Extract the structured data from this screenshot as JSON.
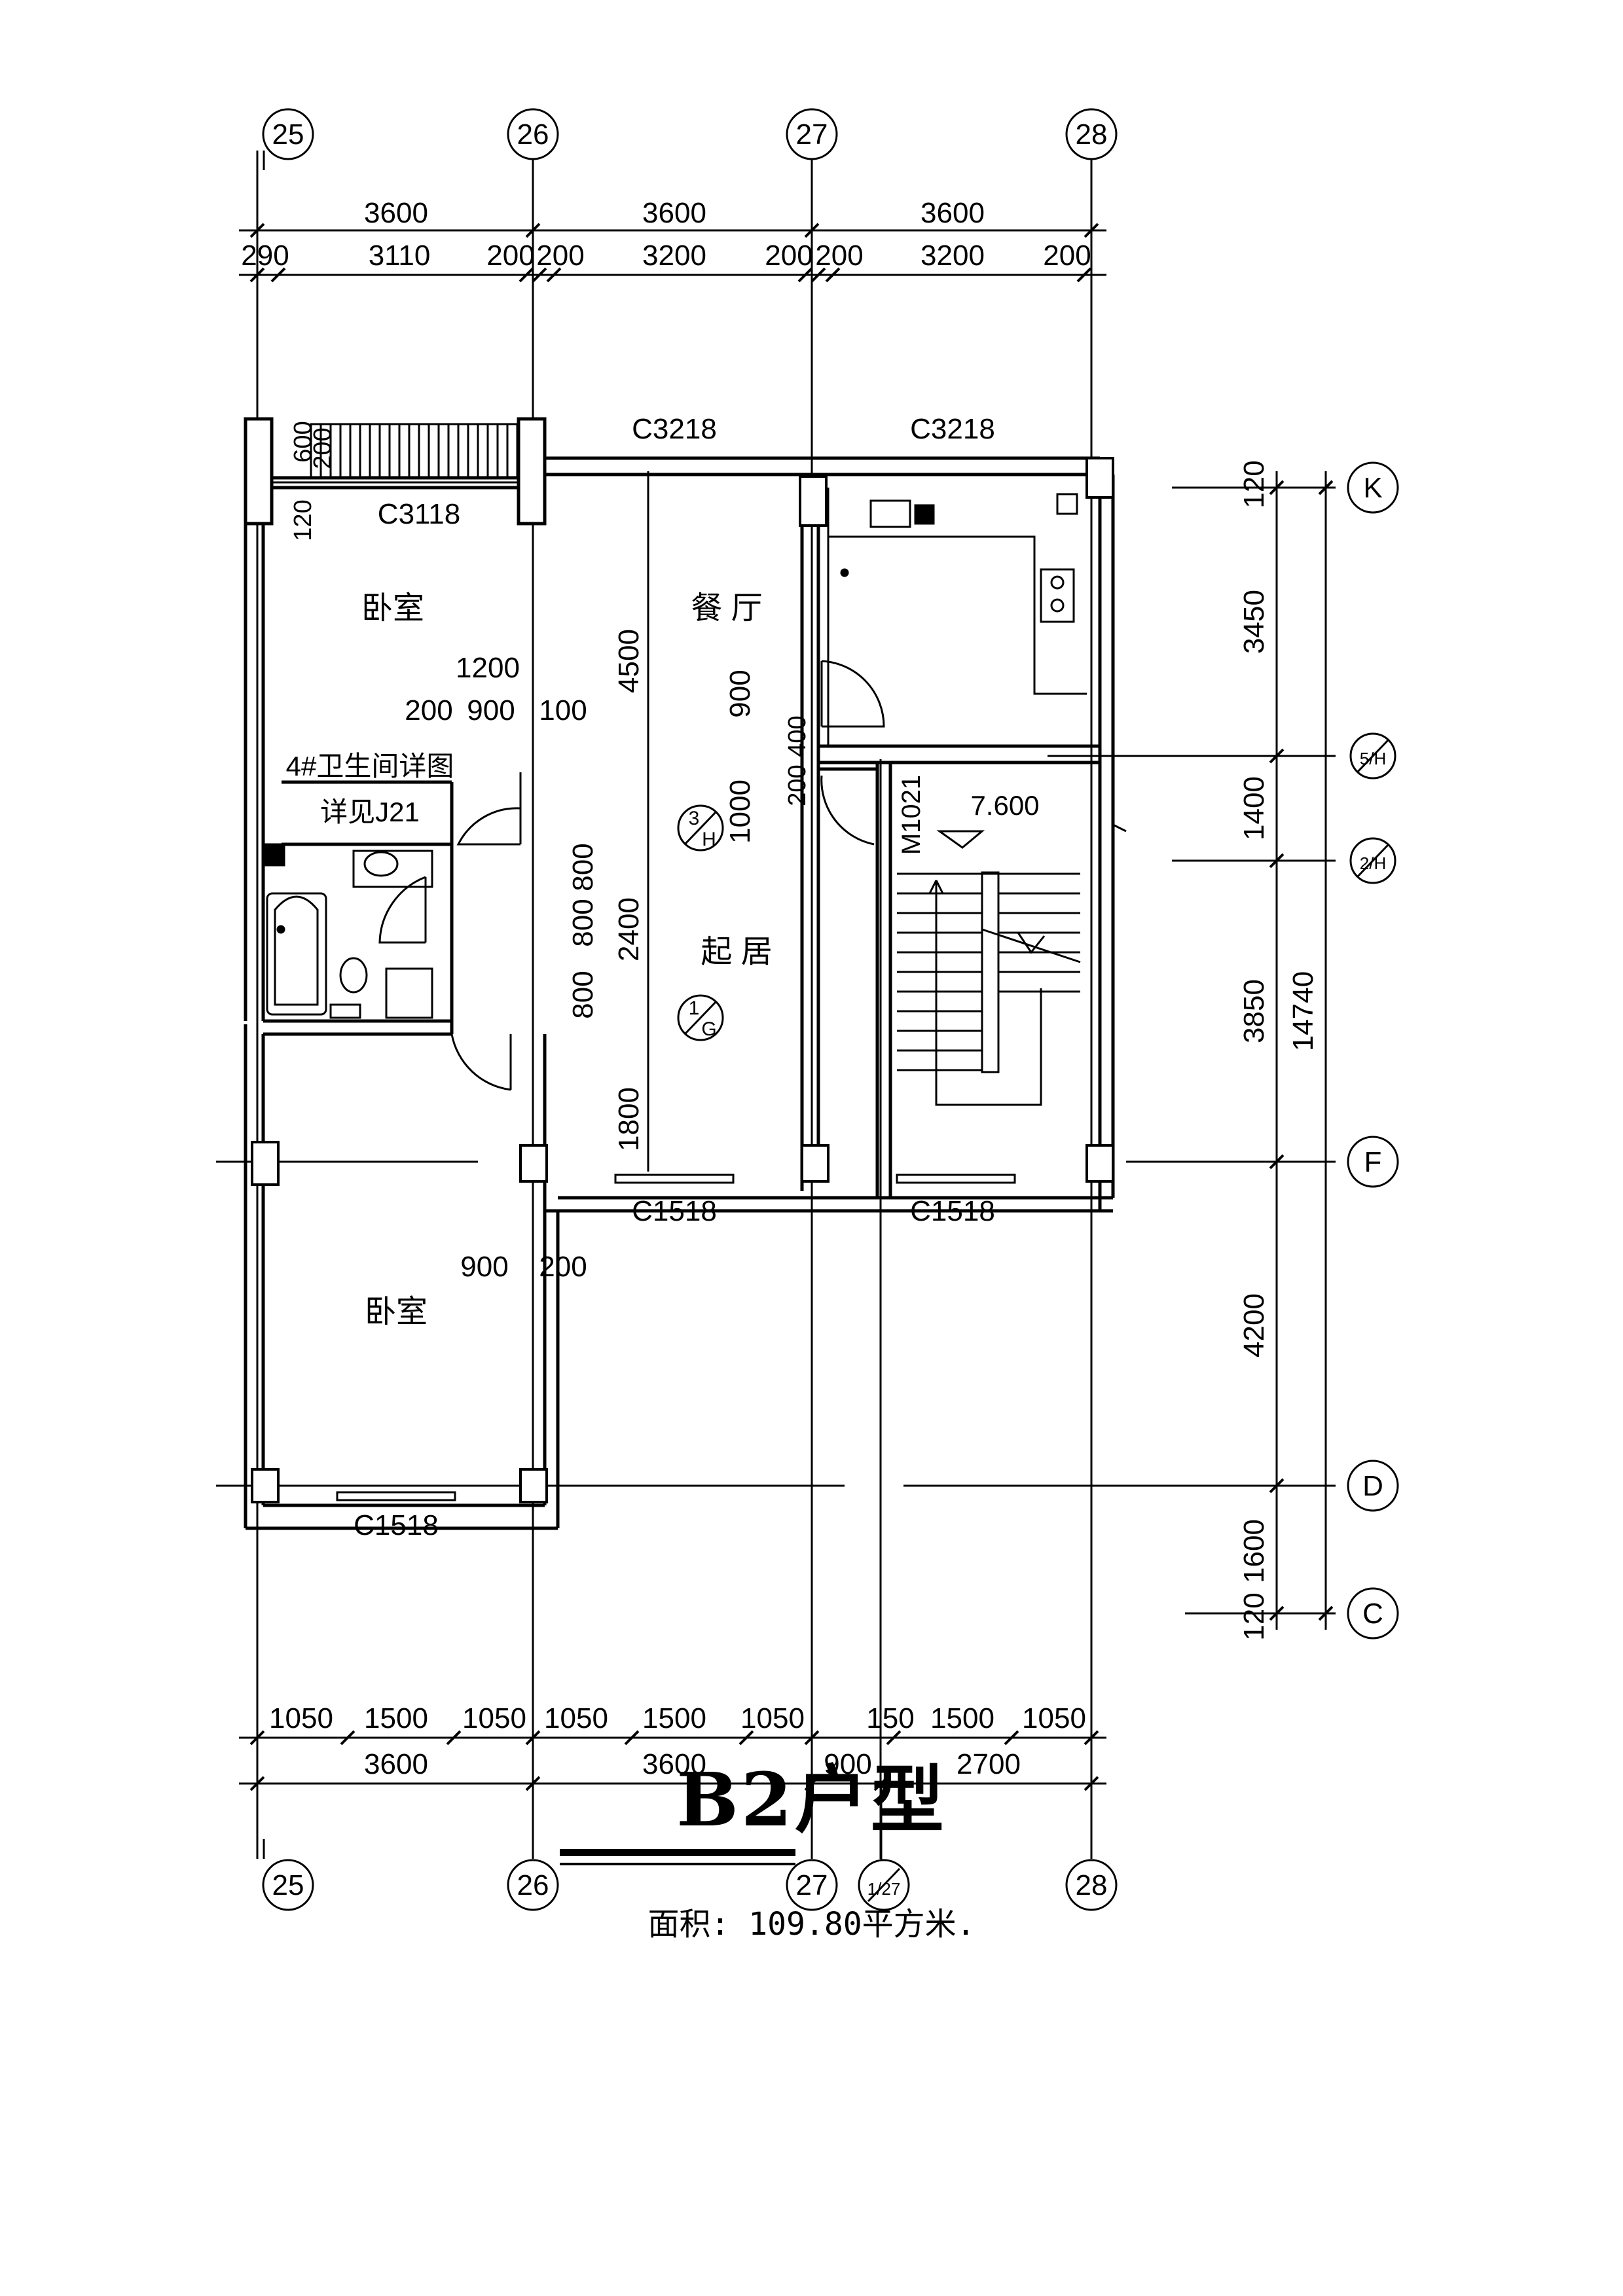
{
  "plan_title": "B2户型",
  "area_text": "面积: 109.80平方米.",
  "axes": {
    "top": [
      "25",
      "26",
      "27",
      "28"
    ],
    "bottom": [
      "25",
      "26",
      "27",
      "1/27",
      "28"
    ],
    "right": [
      "K",
      "5/H",
      "2/H",
      "F",
      "D",
      "C"
    ]
  },
  "dims": {
    "top_total": [
      "3600",
      "3600",
      "3600"
    ],
    "top_detail": [
      "290",
      "3110",
      "200",
      "200",
      "3200",
      "200",
      "200",
      "3200",
      "200"
    ],
    "bottom_detail": [
      "1050",
      "1500",
      "1050",
      "1050",
      "1500",
      "1050",
      "150",
      "1500",
      "1050"
    ],
    "bottom_total": [
      "3600",
      "3600",
      "900",
      "2700"
    ],
    "right_detail": [
      "120",
      "3450",
      "1400",
      "3850",
      "4200",
      "1600",
      "120"
    ],
    "right_total": "14740",
    "internal": {
      "d600": "600",
      "d200a": "200",
      "d120": "120",
      "d1200": "1200",
      "d200b": "200",
      "d900a": "900",
      "d100": "100",
      "d4500": "4500",
      "d900b": "900",
      "d400": "400",
      "d200c": "200",
      "d1000": "1000",
      "d800a": "800",
      "d800b": "800",
      "d800c": "800",
      "d2400": "2400",
      "d1800": "1800",
      "d900c": "900",
      "d200d": "200"
    }
  },
  "windows": {
    "c3118": "C3118",
    "c3218a": "C3218",
    "c3218b": "C3218",
    "c1518a": "C1518",
    "c1518b": "C1518",
    "c1518c": "C1518"
  },
  "rooms": {
    "bedroom_top": "卧室",
    "bedroom_bottom": "卧室",
    "dining": "餐  厅",
    "living": "起  居"
  },
  "notes": {
    "bath_detail_1": "4#卫生间详图",
    "bath_detail_2": "详见J21",
    "door_m1021": "M1021",
    "elevation": "7.600"
  },
  "detail_marks": {
    "m1": {
      "top": "3",
      "bottom": "H"
    },
    "m2": {
      "top": "1",
      "bottom": "G"
    }
  }
}
